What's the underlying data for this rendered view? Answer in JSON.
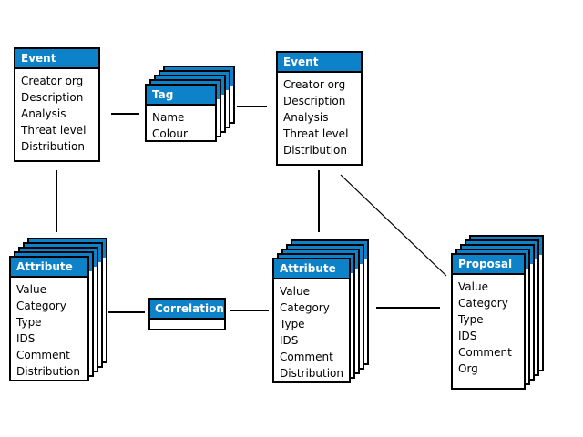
{
  "colors": {
    "header_bg": "#0e82c8",
    "header_text": "#ffffff",
    "line": "#000000",
    "background": "#ffffff"
  },
  "boxes": {
    "event_left": {
      "title": "Event",
      "fields": [
        "Creator org",
        "Description",
        "Analysis",
        "Threat level",
        "Distribution"
      ]
    },
    "tag": {
      "title": "Tag",
      "fields": [
        "Name",
        "Colour"
      ]
    },
    "event_right": {
      "title": "Event",
      "fields": [
        "Creator org",
        "Description",
        "Analysis",
        "Threat level",
        "Distribution"
      ]
    },
    "attribute_left": {
      "title": "Attribute",
      "fields": [
        "Value",
        "Category",
        "Type",
        "IDS",
        "Comment",
        "Distribution"
      ]
    },
    "correlation": {
      "title": "Correlation"
    },
    "attribute_mid": {
      "title": "Attribute",
      "fields": [
        "Value",
        "Category",
        "Type",
        "IDS",
        "Comment",
        "Distribution"
      ]
    },
    "proposal": {
      "title": "Proposal",
      "fields": [
        "Value",
        "Category",
        "Type",
        "IDS",
        "Comment",
        "Org"
      ]
    }
  },
  "connections": [
    {
      "from": "event_left",
      "to": "tag"
    },
    {
      "from": "tag",
      "to": "event_right"
    },
    {
      "from": "event_left",
      "to": "attribute_left"
    },
    {
      "from": "event_right",
      "to": "attribute_mid"
    },
    {
      "from": "event_right",
      "to": "proposal"
    },
    {
      "from": "attribute_left",
      "to": "correlation"
    },
    {
      "from": "correlation",
      "to": "attribute_mid"
    },
    {
      "from": "attribute_mid",
      "to": "proposal"
    }
  ]
}
